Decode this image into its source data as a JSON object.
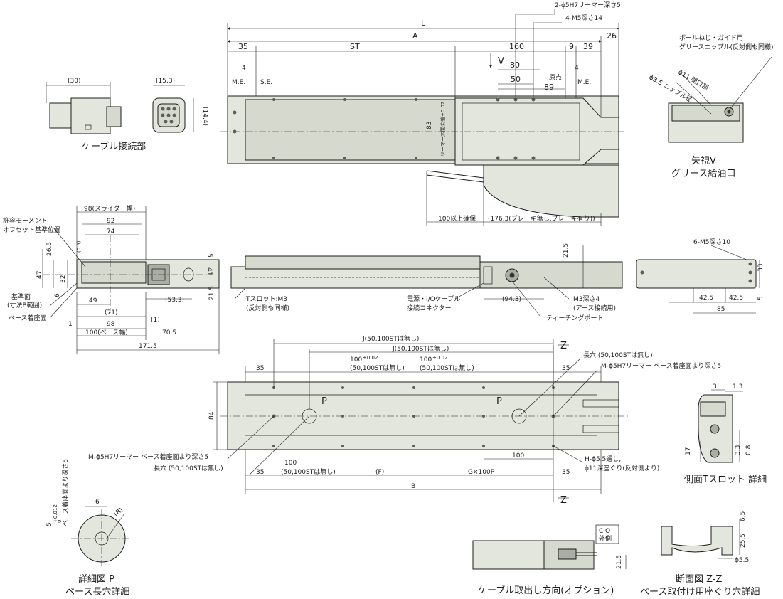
{
  "top": {
    "L": "L",
    "A": "A",
    "d26": "26",
    "d35": "35",
    "ST": "ST",
    "d160": "160",
    "d9": "9",
    "d39": "39",
    "d4a": "4",
    "d4b": "4",
    "me1": "M.E.",
    "se": "S.E.",
    "me2": "M.E.",
    "v": "V",
    "d80": "80",
    "d50": "50",
    "origin": "原点",
    "d89": "89",
    "ream": "2-ϕ5H7リーマー深さ5",
    "m5": "4-M5深さ14",
    "ream_between": "リーマー穴間公差±0.02",
    "d83": "83",
    "d100": "100以上確保",
    "d1763": "(176.3(ブレーキ無し,ブレーキ有り))"
  },
  "cable": {
    "d30": "(30)",
    "d153": "(15.3)",
    "d144": "(14.4)",
    "title": "ケーブル接続部"
  },
  "viewv": {
    "grease": "ボールねじ・ガイド用",
    "grease2": "グリースニップル(反対側も同様)",
    "open": "ϕ11 開口部",
    "nipple": "ϕ3.5 ニップル径",
    "title1": "矢視V",
    "title2": "グリース給油口"
  },
  "front": {
    "d98": "98(スライダー幅)",
    "d92": "92",
    "d74": "74",
    "allow1": "許容モーメント",
    "allow2": "オフセット基準位置",
    "d05": "(0.5)",
    "d265": "26.5",
    "d47": "47",
    "d32": "32",
    "d5": "5",
    "d41": "41",
    "d6": "6",
    "d215": "21.5",
    "d533": "(53.3)",
    "d49": "49",
    "d71": "(71)",
    "d98b": "98",
    "d1": "(1)",
    "d1b": "1",
    "d100": "100(ベース幅)",
    "d705": "70.5",
    "d1715": "171.5",
    "base1": "基準面",
    "base2": "(寸法B範囲)",
    "base3": "ベース着座面"
  },
  "side": {
    "tslot1": "Tスロット:M3",
    "tslot2": "(反対側も同様)",
    "conn1": "電源・I/Oケーブル",
    "conn2": "接続コネクター",
    "d943": "(94.3)",
    "m3a": "M3深さ4",
    "m3b": "(アース接続用)",
    "teach": "ティーチングポート",
    "d215": "21.5"
  },
  "end": {
    "m5": "6-M5深さ10",
    "d33": "33",
    "d5": "5",
    "d425a": "42.5",
    "d425b": "42.5",
    "d85": "85"
  },
  "bottom": {
    "J1": "J(50,100STは無し)",
    "J2": "J(50,100STは無し)",
    "Z1": "Z",
    "Z2": "Z",
    "long1": "長穴 (50,100STは無し)",
    "mream": "M-ϕ5H7リーマー ベース着座面より深さ5",
    "d35a": "35",
    "d35b": "35",
    "d35c": "35",
    "d35d": "35",
    "d100a": "100",
    "d100b": "100",
    "tol": "±0.02",
    "no1": "(50,100STは無し)",
    "no2": "(50,100STは無し)",
    "d84": "84",
    "P1": "P",
    "P2": "P",
    "mream2": "M-ϕ5H7リーマー ベース着座面より深さ5",
    "long2": "長穴 (50,100STは無し)",
    "d100c": "100",
    "no3": "(50,100STは無し)",
    "F": "(F)",
    "G": "G×100P",
    "B": "B",
    "d100d": "100",
    "hole1": "H-ϕ5.5通し,",
    "hole2": "ϕ11深座ぐり(反対側より)"
  },
  "tslot_detail": {
    "d3": "3",
    "d13": "1.3",
    "d17": "17",
    "d33": "3.3",
    "d08": "0.8",
    "title": "側面Tスロット 詳細"
  },
  "p_detail": {
    "d6": "6",
    "R": "(R)",
    "d5": "5",
    "tol": "+0.012",
    "tol0": "0",
    "note": "ベース着座面より深さ5",
    "title1": "詳細図 P",
    "title2": "ベース長穴詳細"
  },
  "option": {
    "cjo1": "CJO",
    "cjo2": "外側",
    "d215": "21.5",
    "title": "ケーブル取出し方向(オプション)"
  },
  "zz": {
    "d65": "6.5",
    "d255": "25.5",
    "d55": "ϕ5.5",
    "title1": "断面図 Z-Z",
    "title2": "ベース取付け用座ぐり穴詳細"
  }
}
